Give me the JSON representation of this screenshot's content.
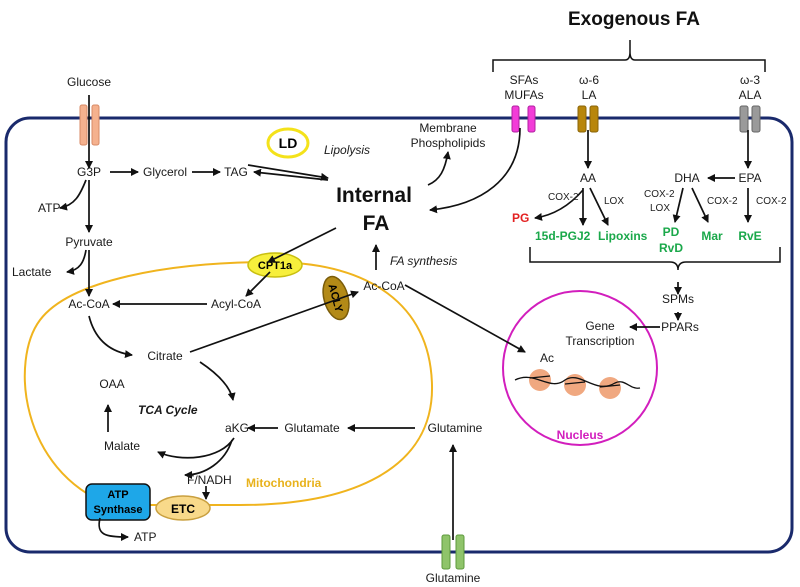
{
  "header": {
    "exogenous": "Exogenous FA"
  },
  "labels": {
    "glucose_top": "Glucose",
    "glutamine_bottom": "Glutamine",
    "g3p": "G3P",
    "glycerol": "Glycerol",
    "tag": "TAG",
    "ld": "LD",
    "lipolysis": "Lipolysis",
    "membrane1": "Membrane",
    "membrane2": "Phospholipids",
    "internal1": "Internal",
    "internal2": "FA",
    "atp1": "ATP",
    "pyruvate": "Pyruvate",
    "lactate": "Lactate",
    "cpt1a": "CPT1a",
    "acly": "ACLY",
    "fa_synth": "FA synthesis",
    "acyl_coa": "Acyl-CoA",
    "ac_coa_mito": "Ac-CoA",
    "ac_coa_cyto": "Ac-CoA",
    "citrate": "Citrate",
    "oaa": "OAA",
    "tca": "TCA Cycle",
    "akg": "aKG",
    "malate": "Malate",
    "glutamate": "Glutamate",
    "glutamine_mid": "Glutamine",
    "fnadh": "F/NADH",
    "mitochondria": "Mitochondria",
    "atp_synth1": "ATP",
    "atp_synth2": "Synthase",
    "etc": "ETC",
    "atp2": "ATP",
    "sfa1": "SFAs",
    "sfa2": "MUFAs",
    "w6": "ω-6",
    "la": "LA",
    "w3": "ω-3",
    "ala": "ALA",
    "aa": "AA",
    "dha": "DHA",
    "epa": "EPA",
    "cox2_a": "COX-2",
    "lox_a": "LOX",
    "cox2_b": "COX-2",
    "lox_b": "LOX",
    "cox2_c": "COX-2",
    "cox2_d": "COX-2",
    "pg": "PG",
    "pgj2": "15d-PGJ2",
    "lipoxins": "Lipoxins",
    "pd": "PD",
    "rvd": "RvD",
    "mar": "Mar",
    "rve": "RvE",
    "spms": "SPMs",
    "pparss": "PPARs",
    "gene1": "Gene",
    "gene2": "Transcription",
    "ac": "Ac",
    "nucleus": "Nucleus"
  },
  "colors": {
    "cell_membrane": "#1a2a6c",
    "mito": "#f0b41e",
    "nucleus": "#d21ebd",
    "glucose_transporter": "#f5b18e",
    "sfa_transporter": "#f23cd8",
    "w6_transporter": "#b8860b",
    "w3_transporter": "#9a9a9a",
    "glutamine_transporter": "#8fc46a",
    "atp_synthase": "#1ea7e8",
    "ld_ring": "#f4e21a",
    "cpt1a": "#f7ef3c",
    "acly": "#b38a17",
    "etc": "#f8d98a",
    "chromatin": "#f0a880"
  }
}
